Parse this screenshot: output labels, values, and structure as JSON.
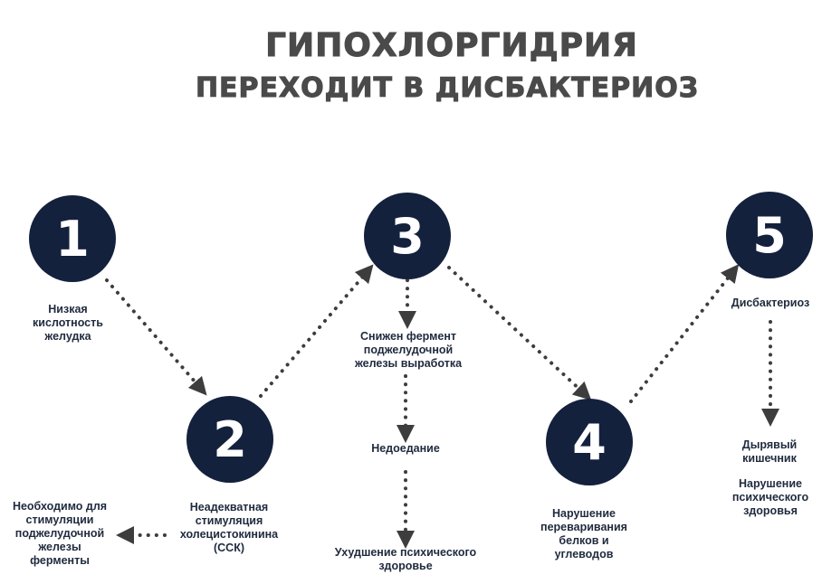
{
  "title": {
    "line1": "ГИПОХЛОРГИДРИЯ",
    "line2": "ПЕРЕХОДИТ В ДИСБАКТЕРИОЗ"
  },
  "steps": [
    {
      "number": "1",
      "label": "Низкая\nкислотность\nжелудка"
    },
    {
      "number": "2",
      "label": "Неадекватная\nстимуляция\nхолецистокинина\n(ССК)"
    },
    {
      "number": "3",
      "label": "Снижен фермент\nподжелудочной\nжелезы выработка"
    },
    {
      "number": "4",
      "label": "Нарушение\nпереваривания\nбелков и\nуглеводов"
    },
    {
      "number": "5",
      "label": "Дисбактериоз"
    }
  ],
  "side_labels": {
    "enzymes_needed": "Необходимо для\nстимуляции\nподжелудочной\nжелезы\nферменты",
    "malnutrition": "Недоедание",
    "mental_decline_center": "Ухудшение психического\nздоровье",
    "leaky_gut": "Дырявый\nкишечник",
    "mental_disorder": "Нарушение\nпсихического\nздоровья"
  },
  "colors": {
    "circle_fill": "#14213d",
    "arrow": "#3d3d3d",
    "title": "#4a4a4a"
  }
}
